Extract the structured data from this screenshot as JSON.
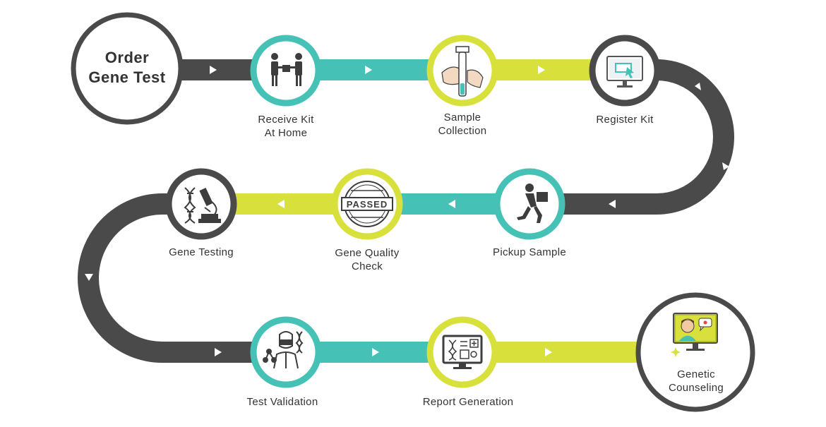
{
  "colors": {
    "dark": "#4a4a4b",
    "teal": "#45c1b6",
    "lime": "#d8e03c",
    "icon": "#3d3d3d"
  },
  "diagram": {
    "start": {
      "label": "Order\nGene Test"
    },
    "steps": [
      {
        "label": "Receive Kit\nAt Home",
        "icon": "handover-icon"
      },
      {
        "label": "Sample\nCollection",
        "icon": "test-tube-icon"
      },
      {
        "label": "Register Kit",
        "icon": "computer-cursor-icon"
      },
      {
        "label": "Pickup Sample",
        "icon": "courier-icon"
      },
      {
        "label": "Gene Quality\nCheck",
        "icon": "passed-stamp-icon"
      },
      {
        "label": "Gene Testing",
        "icon": "dna-microscope-icon"
      },
      {
        "label": "Test Validation",
        "icon": "scientist-icon"
      },
      {
        "label": "Report Generation",
        "icon": "report-monitor-icon"
      }
    ],
    "end": {
      "label": "Genetic\nCounseling",
      "icon": "video-consult-icon"
    },
    "passed_text": "PASSED"
  }
}
